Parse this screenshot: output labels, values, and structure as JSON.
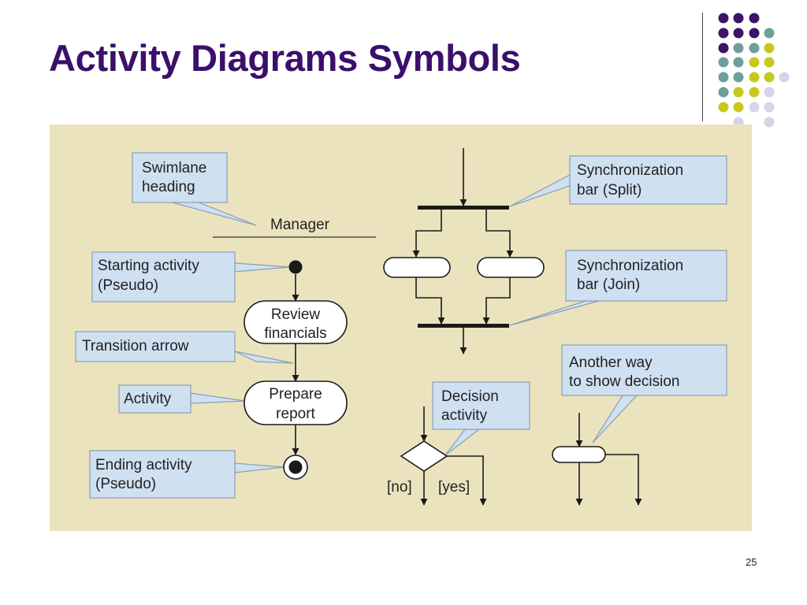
{
  "slide": {
    "title": "Activity Diagrams Symbols",
    "page_number": "25"
  },
  "diagram": {
    "swimlane_callout": [
      "Swimlane",
      "heading"
    ],
    "swimlane_name": "Manager",
    "start_callout": [
      "Starting activity",
      "(Pseudo)"
    ],
    "activity_review": [
      "Review",
      "financials"
    ],
    "transition_callout": [
      "Transition arrow"
    ],
    "activity_callout": [
      "Activity"
    ],
    "activity_prepare": [
      "Prepare",
      "report"
    ],
    "end_callout": [
      "Ending activity",
      "(Pseudo)"
    ],
    "split_callout": [
      "Synchronization",
      "bar (Split)"
    ],
    "join_callout": [
      "Synchronization",
      "bar (Join)"
    ],
    "decision_callout": [
      "Decision",
      "activity"
    ],
    "guard_no": "[no]",
    "guard_yes": "[yes]",
    "alt_decision_callout": [
      "Another way",
      "to show decision"
    ]
  },
  "colors": {
    "title": "#3b0f6b",
    "panel_background": "#ebe3be",
    "callout_fill": "#cfe0f1",
    "callout_stroke": "#8a9fb2",
    "line": "#1a1a1a",
    "dot_purple": "#3d1466",
    "dot_teal": "#6e9e9c",
    "dot_yellow": "#c8c81c",
    "dot_lavender": "#d6d4e8"
  }
}
